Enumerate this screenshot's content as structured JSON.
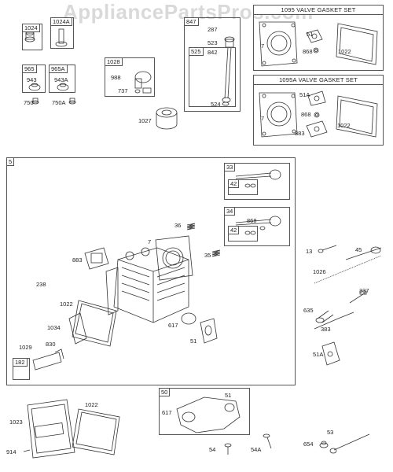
{
  "watermark": "AppliancePartsPros.com",
  "sets": [
    {
      "id": "1095",
      "title": "1095 VALVE GASKET SET"
    },
    {
      "id": "1095A",
      "title": "1095A VALVE GASKET SET"
    }
  ],
  "boxes": [
    {
      "id": "b1024",
      "num": "1024"
    },
    {
      "id": "b1024a",
      "num": "1024A"
    },
    {
      "id": "b965",
      "num": "965"
    },
    {
      "id": "b965a",
      "num": "965A"
    },
    {
      "id": "b1028",
      "num": "1028"
    },
    {
      "id": "b847",
      "num": "847"
    },
    {
      "id": "b525",
      "num": "525"
    },
    {
      "id": "b5",
      "num": "5"
    },
    {
      "id": "b33",
      "num": "33"
    },
    {
      "id": "b42a",
      "num": "42"
    },
    {
      "id": "b34",
      "num": "34"
    },
    {
      "id": "b42b",
      "num": "42"
    },
    {
      "id": "b182",
      "num": "182"
    },
    {
      "id": "b50",
      "num": "50"
    }
  ],
  "labels": [
    {
      "id": "943",
      "text": "943"
    },
    {
      "id": "943a",
      "text": "943A"
    },
    {
      "id": "750",
      "text": "750"
    },
    {
      "id": "750a",
      "text": "750A"
    },
    {
      "id": "988",
      "text": "988"
    },
    {
      "id": "737",
      "text": "737"
    },
    {
      "id": "1027",
      "text": "1027"
    },
    {
      "id": "287",
      "text": "287"
    },
    {
      "id": "523",
      "text": "523"
    },
    {
      "id": "842",
      "text": "842"
    },
    {
      "id": "524",
      "text": "524"
    },
    {
      "id": "s1_7",
      "text": "7"
    },
    {
      "id": "s1_51",
      "text": "51"
    },
    {
      "id": "s1_868",
      "text": "868"
    },
    {
      "id": "s1_1022",
      "text": "1022"
    },
    {
      "id": "s2_7",
      "text": "7"
    },
    {
      "id": "s2_51a",
      "text": "51A"
    },
    {
      "id": "s2_868",
      "text": "868"
    },
    {
      "id": "s2_883",
      "text": "883"
    },
    {
      "id": "s2_1022",
      "text": "1022"
    },
    {
      "id": "m36",
      "text": "36"
    },
    {
      "id": "m7",
      "text": "7"
    },
    {
      "id": "m35",
      "text": "35"
    },
    {
      "id": "m883",
      "text": "883"
    },
    {
      "id": "m238",
      "text": "238"
    },
    {
      "id": "m1022",
      "text": "1022"
    },
    {
      "id": "m1034",
      "text": "1034"
    },
    {
      "id": "m617",
      "text": "617"
    },
    {
      "id": "m51",
      "text": "51"
    },
    {
      "id": "m1029",
      "text": "1029"
    },
    {
      "id": "m830",
      "text": "830"
    },
    {
      "id": "m868",
      "text": "868"
    },
    {
      "id": "r13",
      "text": "13"
    },
    {
      "id": "r45",
      "text": "45"
    },
    {
      "id": "r1026",
      "text": "1026"
    },
    {
      "id": "r337",
      "text": "337"
    },
    {
      "id": "r635",
      "text": "635"
    },
    {
      "id": "r383",
      "text": "383"
    },
    {
      "id": "r51a",
      "text": "51A"
    },
    {
      "id": "b1022",
      "text": "1022"
    },
    {
      "id": "b1023",
      "text": "1023"
    },
    {
      "id": "b914",
      "text": "914"
    },
    {
      "id": "b617",
      "text": "617"
    },
    {
      "id": "b51",
      "text": "51"
    },
    {
      "id": "b54",
      "text": "54"
    },
    {
      "id": "b54a",
      "text": "54A"
    },
    {
      "id": "b654",
      "text": "654"
    },
    {
      "id": "b53",
      "text": "53"
    }
  ]
}
